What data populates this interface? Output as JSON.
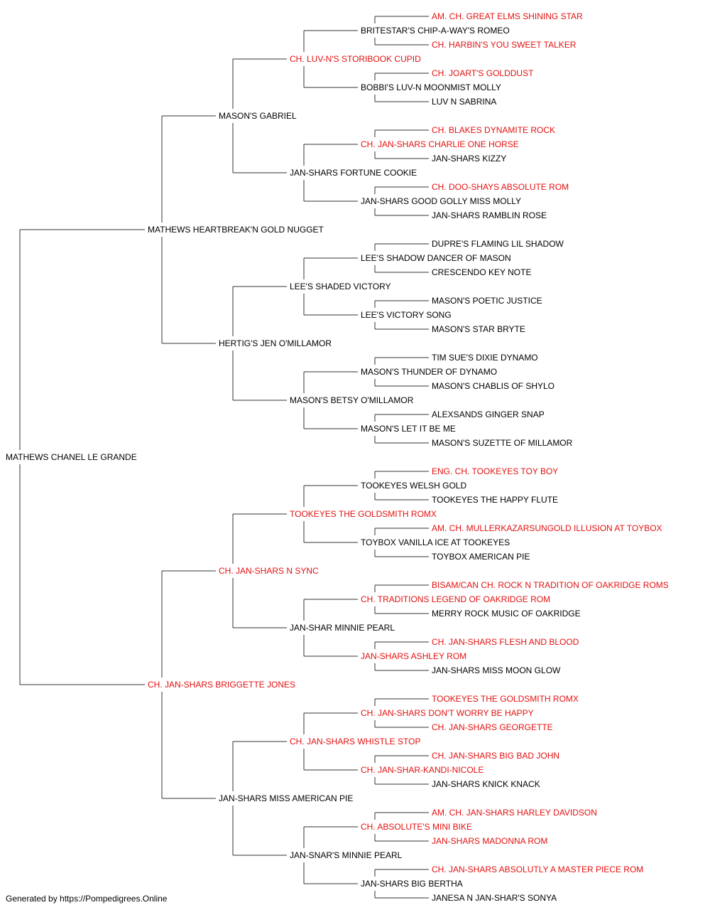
{
  "colors": {
    "champion": "#e41010",
    "normal": "#000000",
    "lines": "#333333"
  },
  "pedigree": {
    "name": "MATHEWS CHANEL LE GRANDE",
    "champion": false,
    "sire": {
      "name": "MATHEWS HEARTBREAK'N GOLD NUGGET",
      "champion": false,
      "sire": {
        "name": "MASON'S GABRIEL",
        "champion": false,
        "sire": {
          "name": "CH. LUV-N'S STORIBOOK CUPID",
          "champion": true,
          "sire": {
            "name": "BRITESTAR'S CHIP-A-WAY'S ROMEO",
            "champion": false,
            "sire": {
              "name": "AM. CH. GREAT ELMS SHINING STAR",
              "champion": true
            },
            "dam": {
              "name": "CH. HARBIN'S YOU SWEET TALKER",
              "champion": true
            }
          },
          "dam": {
            "name": "BOBBI'S LUV-N MOONMIST MOLLY",
            "champion": false,
            "sire": {
              "name": "CH. JOART'S GOLDDUST",
              "champion": true
            },
            "dam": {
              "name": "LUV N SABRINA",
              "champion": false
            }
          }
        },
        "dam": {
          "name": "JAN-SHARS FORTUNE COOKIE",
          "champion": false,
          "sire": {
            "name": "CH. JAN-SHARS CHARLIE ONE HORSE",
            "champion": true,
            "sire": {
              "name": "CH. BLAKES DYNAMITE ROCK",
              "champion": true
            },
            "dam": {
              "name": "JAN-SHARS KIZZY",
              "champion": false
            }
          },
          "dam": {
            "name": "JAN-SHARS GOOD GOLLY MISS MOLLY",
            "champion": false,
            "sire": {
              "name": "CH. DOO-SHAYS ABSOLUTE ROM",
              "champion": true
            },
            "dam": {
              "name": "JAN-SHARS RAMBLIN ROSE",
              "champion": false
            }
          }
        }
      },
      "dam": {
        "name": "HERTIG'S JEN O'MILLAMOR",
        "champion": false,
        "sire": {
          "name": "LEE'S SHADED VICTORY",
          "champion": false,
          "sire": {
            "name": "LEE'S SHADOW DANCER OF MASON",
            "champion": false,
            "sire": {
              "name": "DUPRE'S FLAMING LIL SHADOW",
              "champion": false
            },
            "dam": {
              "name": "CRESCENDO KEY NOTE",
              "champion": false
            }
          },
          "dam": {
            "name": "LEE'S VICTORY SONG",
            "champion": false,
            "sire": {
              "name": "MASON'S POETIC JUSTICE",
              "champion": false
            },
            "dam": {
              "name": "MASON'S STAR BRYTE",
              "champion": false
            }
          }
        },
        "dam": {
          "name": "MASON'S BETSY O'MILLAMOR",
          "champion": false,
          "sire": {
            "name": "MASON'S THUNDER OF DYNAMO",
            "champion": false,
            "sire": {
              "name": "TIM SUE'S DIXIE DYNAMO",
              "champion": false
            },
            "dam": {
              "name": "MASON'S CHABLIS OF SHYLO",
              "champion": false
            }
          },
          "dam": {
            "name": "MASON'S LET IT BE ME",
            "champion": false,
            "sire": {
              "name": "ALEXSANDS GINGER SNAP",
              "champion": false
            },
            "dam": {
              "name": "MASON'S SUZETTE OF MILLAMOR",
              "champion": false
            }
          }
        }
      }
    },
    "dam": {
      "name": "CH. JAN-SHARS BRIGGETTE JONES",
      "champion": true,
      "sire": {
        "name": "CH. JAN-SHARS N SYNC",
        "champion": true,
        "sire": {
          "name": "TOOKEYES THE GOLDSMITH ROMX",
          "champion": true,
          "sire": {
            "name": "TOOKEYES WELSH GOLD",
            "champion": false,
            "sire": {
              "name": "ENG. CH. TOOKEYES TOY BOY",
              "champion": true
            },
            "dam": {
              "name": "TOOKEYES THE HAPPY FLUTE",
              "champion": false
            }
          },
          "dam": {
            "name": "TOYBOX VANILLA ICE AT TOOKEYES",
            "champion": false,
            "sire": {
              "name": "AM. CH. MULLERKAZARSUNGOLD ILLUSION AT TOYBOX",
              "champion": true
            },
            "dam": {
              "name": "TOYBOX AMERICAN PIE",
              "champion": false
            }
          }
        },
        "dam": {
          "name": "JAN-SHAR MINNIE PEARL",
          "champion": false,
          "sire": {
            "name": "CH. TRADITIONS LEGEND OF OAKRIDGE ROM",
            "champion": true,
            "sire": {
              "name": "BISAM/CAN CH. ROCK N TRADITION OF OAKRIDGE ROMS",
              "champion": true
            },
            "dam": {
              "name": "MERRY ROCK MUSIC OF OAKRIDGE",
              "champion": false
            }
          },
          "dam": {
            "name": "JAN-SHARS ASHLEY ROM",
            "champion": true,
            "sire": {
              "name": "CH. JAN-SHARS FLESH AND BLOOD",
              "champion": true
            },
            "dam": {
              "name": "JAN-SHARS MISS MOON GLOW",
              "champion": false
            }
          }
        }
      },
      "dam": {
        "name": "JAN-SHARS MISS AMERICAN PIE",
        "champion": false,
        "sire": {
          "name": "CH. JAN-SHARS WHISTLE STOP",
          "champion": true,
          "sire": {
            "name": "CH. JAN-SHARS DON'T WORRY BE HAPPY",
            "champion": true,
            "sire": {
              "name": "TOOKEYES THE GOLDSMITH ROMX",
              "champion": true
            },
            "dam": {
              "name": "CH. JAN-SHARS GEORGETTE",
              "champion": true
            }
          },
          "dam": {
            "name": "CH. JAN-SHAR-KANDI-NICOLE",
            "champion": true,
            "sire": {
              "name": "CH. JAN-SHARS BIG BAD JOHN",
              "champion": true
            },
            "dam": {
              "name": "JAN-SHARS KNICK KNACK",
              "champion": false
            }
          }
        },
        "dam": {
          "name": "JAN-SNAR'S MINNIE PEARL",
          "champion": false,
          "sire": {
            "name": "CH. ABSOLUTE'S MINI BIKE",
            "champion": true,
            "sire": {
              "name": "AM. CH. JAN-SHARS HARLEY DAVIDSON",
              "champion": true
            },
            "dam": {
              "name": "JAN-SHARS MADONNA ROM",
              "champion": true
            }
          },
          "dam": {
            "name": "JAN-SHARS BIG BERTHA",
            "champion": false,
            "sire": {
              "name": "CH. JAN-SHARS ABSOLUTLY A MASTER PIECE ROM",
              "champion": true
            },
            "dam": {
              "name": "JANESA N JAN-SHAR'S SONYA",
              "champion": false
            }
          }
        }
      }
    }
  },
  "footer": "Generated by https://Pompedigrees.Online"
}
